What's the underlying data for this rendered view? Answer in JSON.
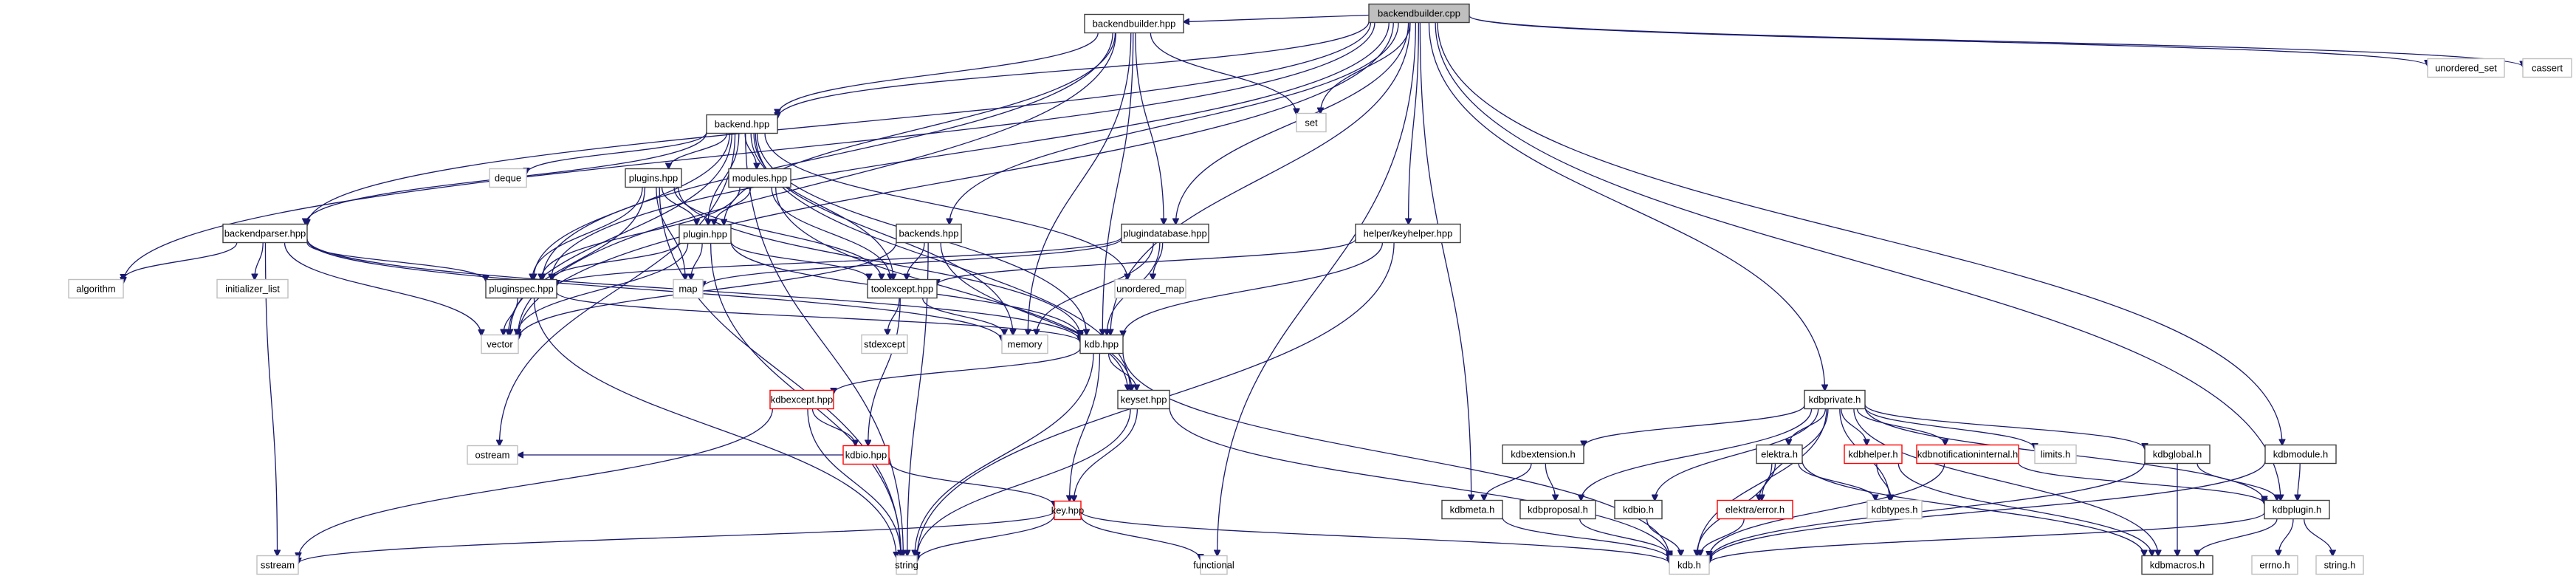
{
  "title": "backendbuilder.cpp include dependency graph",
  "legend": {
    "root_fill": "#bfbfbf",
    "documented_border": "#404040",
    "external_border": "#bfbfbf",
    "truncated_border": "#ff0000",
    "edge_color": "#191970"
  },
  "nodes": [
    {
      "id": "backendbuilder_cpp",
      "label": "backendbuilder.cpp",
      "kind": "root"
    },
    {
      "id": "backendbuilder_hpp",
      "label": "backendbuilder.hpp",
      "kind": "doc"
    },
    {
      "id": "backend_hpp",
      "label": "backend.hpp",
      "kind": "doc"
    },
    {
      "id": "set",
      "label": "set",
      "kind": "ext"
    },
    {
      "id": "unordered_set",
      "label": "unordered_set",
      "kind": "ext"
    },
    {
      "id": "cassert",
      "label": "cassert",
      "kind": "ext"
    },
    {
      "id": "deque",
      "label": "deque",
      "kind": "ext"
    },
    {
      "id": "plugins_hpp",
      "label": "plugins.hpp",
      "kind": "doc"
    },
    {
      "id": "modules_hpp",
      "label": "modules.hpp",
      "kind": "doc"
    },
    {
      "id": "backendparser_hpp",
      "label": "backendparser.hpp",
      "kind": "doc"
    },
    {
      "id": "plugin_hpp",
      "label": "plugin.hpp",
      "kind": "doc"
    },
    {
      "id": "backends_hpp",
      "label": "backends.hpp",
      "kind": "doc"
    },
    {
      "id": "plugindatabase_hpp",
      "label": "plugindatabase.hpp",
      "kind": "doc"
    },
    {
      "id": "keyhelper_hpp",
      "label": "helper/keyhelper.hpp",
      "kind": "doc"
    },
    {
      "id": "algorithm",
      "label": "algorithm",
      "kind": "ext"
    },
    {
      "id": "initializer_list",
      "label": "initializer_list",
      "kind": "ext"
    },
    {
      "id": "pluginspec_hpp",
      "label": "pluginspec.hpp",
      "kind": "doc"
    },
    {
      "id": "map",
      "label": "map",
      "kind": "ext"
    },
    {
      "id": "toolexcept_hpp",
      "label": "toolexcept.hpp",
      "kind": "doc"
    },
    {
      "id": "unordered_map",
      "label": "unordered_map",
      "kind": "ext"
    },
    {
      "id": "vector",
      "label": "vector",
      "kind": "ext"
    },
    {
      "id": "stdexcept",
      "label": "stdexcept",
      "kind": "ext"
    },
    {
      "id": "memory",
      "label": "memory",
      "kind": "ext"
    },
    {
      "id": "kdb_hpp",
      "label": "kdb.hpp",
      "kind": "doc"
    },
    {
      "id": "kdbexcept_hpp",
      "label": "kdbexcept.hpp",
      "kind": "trunc"
    },
    {
      "id": "keyset_hpp",
      "label": "keyset.hpp",
      "kind": "doc"
    },
    {
      "id": "kdbio_hpp",
      "label": "kdbio.hpp",
      "kind": "trunc"
    },
    {
      "id": "ostream",
      "label": "ostream",
      "kind": "ext"
    },
    {
      "id": "key_hpp",
      "label": "key.hpp",
      "kind": "trunc"
    },
    {
      "id": "sstream",
      "label": "sstream",
      "kind": "ext"
    },
    {
      "id": "string",
      "label": "string",
      "kind": "ext"
    },
    {
      "id": "functional",
      "label": "functional",
      "kind": "ext"
    },
    {
      "id": "kdbprivate_h",
      "label": "kdbprivate.h",
      "kind": "doc"
    },
    {
      "id": "kdbextension_h",
      "label": "kdbextension.h",
      "kind": "doc"
    },
    {
      "id": "elektra_h",
      "label": "elektra.h",
      "kind": "doc"
    },
    {
      "id": "kdbhelper_h",
      "label": "kdbhelper.h",
      "kind": "trunc"
    },
    {
      "id": "kdbnotificationinternal_h",
      "label": "kdbnotificationinternal.h",
      "kind": "trunc"
    },
    {
      "id": "limits_h",
      "label": "limits.h",
      "kind": "ext"
    },
    {
      "id": "kdbglobal_h",
      "label": "kdbglobal.h",
      "kind": "doc"
    },
    {
      "id": "kdbmodule_h",
      "label": "kdbmodule.h",
      "kind": "doc"
    },
    {
      "id": "kdbmeta_h",
      "label": "kdbmeta.h",
      "kind": "doc"
    },
    {
      "id": "kdbproposal_h",
      "label": "kdbproposal.h",
      "kind": "doc"
    },
    {
      "id": "kdbio_h",
      "label": "kdbio.h",
      "kind": "doc"
    },
    {
      "id": "elektra_error_h",
      "label": "elektra/error.h",
      "kind": "trunc"
    },
    {
      "id": "kdbtypes_h",
      "label": "kdbtypes.h",
      "kind": "ext"
    },
    {
      "id": "kdbplugin_h",
      "label": "kdbplugin.h",
      "kind": "doc"
    },
    {
      "id": "kdb_h",
      "label": "kdb.h",
      "kind": "ext"
    },
    {
      "id": "kdbmacros_h",
      "label": "kdbmacros.h",
      "kind": "doc"
    },
    {
      "id": "errno_h",
      "label": "errno.h",
      "kind": "ext"
    },
    {
      "id": "string_h",
      "label": "string.h",
      "kind": "ext"
    }
  ],
  "edges": [
    [
      "backendbuilder_cpp",
      "backendbuilder_hpp"
    ],
    [
      "backendbuilder_cpp",
      "backend_hpp"
    ],
    [
      "backendbuilder_cpp",
      "set"
    ],
    [
      "backendbuilder_cpp",
      "unordered_set"
    ],
    [
      "backendbuilder_cpp",
      "cassert"
    ],
    [
      "backendbuilder_cpp",
      "algorithm"
    ],
    [
      "backendbuilder_cpp",
      "backendparser_hpp"
    ],
    [
      "backendbuilder_cpp",
      "pluginspec_hpp"
    ],
    [
      "backendbuilder_cpp",
      "vector"
    ],
    [
      "backendbuilder_cpp",
      "backends_hpp"
    ],
    [
      "backendbuilder_cpp",
      "plugindatabase_hpp"
    ],
    [
      "backendbuilder_cpp",
      "keyhelper_hpp"
    ],
    [
      "backendbuilder_cpp",
      "kdb_hpp"
    ],
    [
      "backendbuilder_cpp",
      "kdbprivate_h"
    ],
    [
      "backendbuilder_cpp",
      "kdbmeta_h"
    ],
    [
      "backendbuilder_cpp",
      "kdbmodule_h"
    ],
    [
      "backendbuilder_cpp",
      "kdbplugin_h"
    ],
    [
      "backendbuilder_cpp",
      "functional"
    ],
    [
      "backendbuilder_hpp",
      "backend_hpp"
    ],
    [
      "backendbuilder_hpp",
      "set"
    ],
    [
      "backendbuilder_hpp",
      "plugin_hpp"
    ],
    [
      "backendbuilder_hpp",
      "plugindatabase_hpp"
    ],
    [
      "backendbuilder_hpp",
      "pluginspec_hpp"
    ],
    [
      "backendbuilder_hpp",
      "memory"
    ],
    [
      "backendbuilder_hpp",
      "kdb_hpp"
    ],
    [
      "backendbuilder_hpp",
      "vector"
    ],
    [
      "backend_hpp",
      "deque"
    ],
    [
      "backend_hpp",
      "plugins_hpp"
    ],
    [
      "backend_hpp",
      "modules_hpp"
    ],
    [
      "backend_hpp",
      "plugin_hpp"
    ],
    [
      "backend_hpp",
      "backendparser_hpp"
    ],
    [
      "backend_hpp",
      "pluginspec_hpp"
    ],
    [
      "backend_hpp",
      "toolexcept_hpp"
    ],
    [
      "backend_hpp",
      "vector"
    ],
    [
      "backend_hpp",
      "memory"
    ],
    [
      "backend_hpp",
      "kdb_hpp"
    ],
    [
      "backend_hpp",
      "unordered_map"
    ],
    [
      "backend_hpp",
      "ostream"
    ],
    [
      "backend_hpp",
      "string"
    ],
    [
      "backend_hpp",
      "keyset_hpp"
    ],
    [
      "plugins_hpp",
      "plugin_hpp"
    ],
    [
      "plugins_hpp",
      "pluginspec_hpp"
    ],
    [
      "plugins_hpp",
      "map"
    ],
    [
      "plugins_hpp",
      "toolexcept_hpp"
    ],
    [
      "plugins_hpp",
      "vector"
    ],
    [
      "plugins_hpp",
      "string"
    ],
    [
      "plugins_hpp",
      "kdb_hpp"
    ],
    [
      "modules_hpp",
      "plugin_hpp"
    ],
    [
      "modules_hpp",
      "pluginspec_hpp"
    ],
    [
      "modules_hpp",
      "toolexcept_hpp"
    ],
    [
      "modules_hpp",
      "keyset_hpp"
    ],
    [
      "backendparser_hpp",
      "algorithm"
    ],
    [
      "backendparser_hpp",
      "initializer_list"
    ],
    [
      "backendparser_hpp",
      "pluginspec_hpp"
    ],
    [
      "backendparser_hpp",
      "vector"
    ],
    [
      "backendparser_hpp",
      "sstream"
    ],
    [
      "backendparser_hpp",
      "kdb_hpp"
    ],
    [
      "backendparser_hpp",
      "memory"
    ],
    [
      "plugin_hpp",
      "pluginspec_hpp"
    ],
    [
      "plugin_hpp",
      "map"
    ],
    [
      "plugin_hpp",
      "toolexcept_hpp"
    ],
    [
      "plugin_hpp",
      "vector"
    ],
    [
      "plugin_hpp",
      "string"
    ],
    [
      "plugin_hpp",
      "kdb_hpp"
    ],
    [
      "backends_hpp",
      "toolexcept_hpp"
    ],
    [
      "backends_hpp",
      "vector"
    ],
    [
      "backends_hpp",
      "string"
    ],
    [
      "backends_hpp",
      "keyset_hpp"
    ],
    [
      "plugindatabase_hpp",
      "pluginspec_hpp"
    ],
    [
      "plugindatabase_hpp",
      "map"
    ],
    [
      "plugindatabase_hpp",
      "unordered_map"
    ],
    [
      "plugindatabase_hpp",
      "kdb_hpp"
    ],
    [
      "plugindatabase_hpp",
      "memory"
    ],
    [
      "keyhelper_hpp",
      "toolexcept_hpp"
    ],
    [
      "keyhelper_hpp",
      "kdb_hpp"
    ],
    [
      "keyhelper_hpp",
      "string"
    ],
    [
      "pluginspec_hpp",
      "vector"
    ],
    [
      "pluginspec_hpp",
      "string"
    ],
    [
      "pluginspec_hpp",
      "kdb_hpp"
    ],
    [
      "toolexcept_hpp",
      "stdexcept"
    ],
    [
      "toolexcept_hpp",
      "memory"
    ],
    [
      "toolexcept_hpp",
      "kdbio_hpp"
    ],
    [
      "kdb_hpp",
      "kdbexcept_hpp"
    ],
    [
      "kdb_hpp",
      "keyset_hpp"
    ],
    [
      "kdb_hpp",
      "key_hpp"
    ],
    [
      "kdb_hpp",
      "string"
    ],
    [
      "kdb_hpp",
      "kdb_h"
    ],
    [
      "kdbexcept_hpp",
      "kdbio_hpp"
    ],
    [
      "kdbexcept_hpp",
      "string"
    ],
    [
      "kdbexcept_hpp",
      "sstream"
    ],
    [
      "kdbio_hpp",
      "key_hpp"
    ],
    [
      "kdbio_hpp",
      "ostream"
    ],
    [
      "keyset_hpp",
      "key_hpp"
    ],
    [
      "keyset_hpp",
      "string"
    ],
    [
      "keyset_hpp",
      "kdb_h"
    ],
    [
      "key_hpp",
      "string"
    ],
    [
      "key_hpp",
      "sstream"
    ],
    [
      "key_hpp",
      "functional"
    ],
    [
      "key_hpp",
      "kdb_h"
    ],
    [
      "kdbprivate_h",
      "kdbextension_h"
    ],
    [
      "kdbprivate_h",
      "elektra_h"
    ],
    [
      "kdbprivate_h",
      "kdbhelper_h"
    ],
    [
      "kdbprivate_h",
      "kdbnotificationinternal_h"
    ],
    [
      "kdbprivate_h",
      "limits_h"
    ],
    [
      "kdbprivate_h",
      "kdbglobal_h"
    ],
    [
      "kdbprivate_h",
      "kdbproposal_h"
    ],
    [
      "kdbprivate_h",
      "kdbio_h"
    ],
    [
      "kdbprivate_h",
      "elektra_error_h"
    ],
    [
      "kdbprivate_h",
      "kdbtypes_h"
    ],
    [
      "kdbprivate_h",
      "kdb_h"
    ],
    [
      "kdbprivate_h",
      "kdbmacros_h"
    ],
    [
      "kdbprivate_h",
      "kdbplugin_h"
    ],
    [
      "kdbextension_h",
      "kdbmeta_h"
    ],
    [
      "kdbextension_h",
      "kdbproposal_h"
    ],
    [
      "elektra_h",
      "elektra_error_h"
    ],
    [
      "elektra_h",
      "kdbtypes_h"
    ],
    [
      "elektra_h",
      "kdb_h"
    ],
    [
      "elektra_h",
      "kdbmacros_h"
    ],
    [
      "kdbhelper_h",
      "kdbtypes_h"
    ],
    [
      "kdbhelper_h",
      "kdbmacros_h"
    ],
    [
      "kdbnotificationinternal_h",
      "kdb_h"
    ],
    [
      "kdbnotificationinternal_h",
      "kdbplugin_h"
    ],
    [
      "kdbglobal_h",
      "kdbmacros_h"
    ],
    [
      "kdbglobal_h",
      "kdbplugin_h"
    ],
    [
      "kdbglobal_h",
      "kdb_h"
    ],
    [
      "kdbmodule_h",
      "kdbplugin_h"
    ],
    [
      "kdbmodule_h",
      "kdb_h"
    ],
    [
      "kdbmeta_h",
      "kdb_h"
    ],
    [
      "kdbproposal_h",
      "kdb_h"
    ],
    [
      "kdbio_h",
      "kdb_h"
    ],
    [
      "elektra_error_h",
      "kdb_h"
    ],
    [
      "kdbplugin_h",
      "kdb_h"
    ],
    [
      "kdbplugin_h",
      "kdbmacros_h"
    ],
    [
      "kdbplugin_h",
      "errno_h"
    ],
    [
      "kdbplugin_h",
      "string_h"
    ]
  ]
}
